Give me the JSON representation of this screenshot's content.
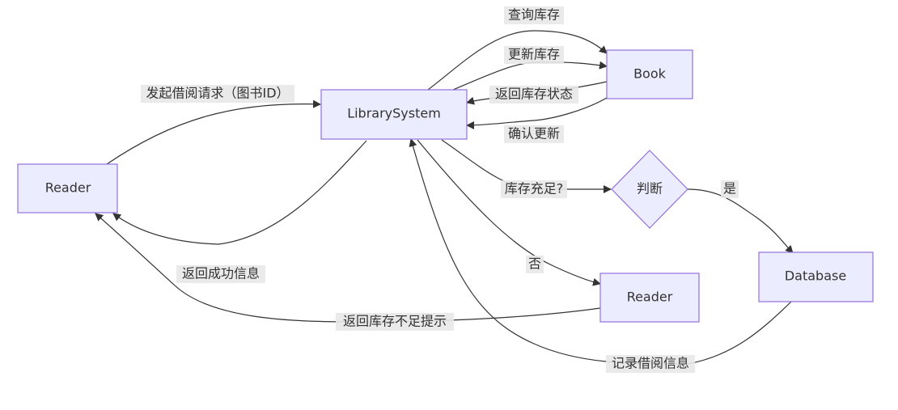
{
  "colors": {
    "node_fill": "#ECECFF",
    "node_stroke": "#9370DB",
    "edge": "#333333",
    "label_bg": "#E8E8E8",
    "text": "#333333"
  },
  "nodes": {
    "reader_left": "Reader",
    "library_system": "LibrarySystem",
    "book": "Book",
    "decision": "判断",
    "reader_right": "Reader",
    "database": "Database"
  },
  "edges": {
    "borrow_request": "发起借阅请求（图书ID）",
    "query_stock": "查询库存",
    "update_stock": "更新库存",
    "return_stock_status": "返回库存状态",
    "confirm_update": "确认更新",
    "stock_sufficient": "库存充足?",
    "yes": "是",
    "no": "否",
    "return_success": "返回成功信息",
    "return_insufficient": "返回库存不足提示",
    "record_borrow": "记录借阅信息"
  }
}
